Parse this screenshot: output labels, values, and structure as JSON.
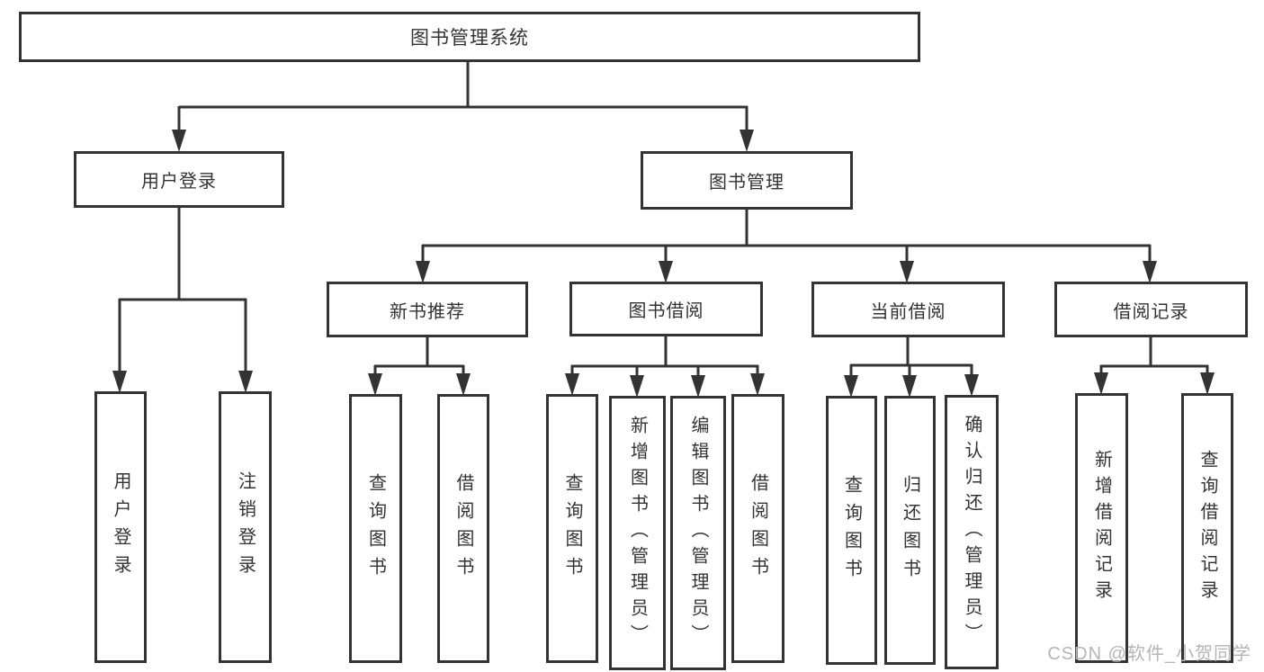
{
  "diagram": {
    "title": "图书管理系统",
    "type_hint": "tree-flowchart",
    "colors": {
      "line": "#333333",
      "text": "#333333",
      "box_background": "#ffffff",
      "page_background": "#ffffff",
      "watermark": "#b5b5b5"
    },
    "tree": {
      "label": "图书管理系统",
      "children": [
        {
          "label": "用户登录",
          "children": [
            {
              "label": "用户登录"
            },
            {
              "label": "注销登录"
            }
          ]
        },
        {
          "label": "图书管理",
          "children": [
            {
              "label": "新书推荐",
              "children": [
                {
                  "label": "查询图书"
                },
                {
                  "label": "借阅图书"
                }
              ]
            },
            {
              "label": "图书借阅",
              "children": [
                {
                  "label": "查询图书"
                },
                {
                  "label": "新增图书（管理员）"
                },
                {
                  "label": "编辑图书（管理员）"
                },
                {
                  "label": "借阅图书"
                }
              ]
            },
            {
              "label": "当前借阅",
              "children": [
                {
                  "label": "查询图书"
                },
                {
                  "label": "归还图书"
                },
                {
                  "label": "确认归还（管理员）"
                }
              ]
            },
            {
              "label": "借阅记录",
              "children": [
                {
                  "label": "新增借阅记录"
                },
                {
                  "label": "查询借阅记录"
                }
              ]
            }
          ]
        }
      ]
    },
    "watermark": {
      "text": "CSDN @软件_小贺同学"
    }
  }
}
